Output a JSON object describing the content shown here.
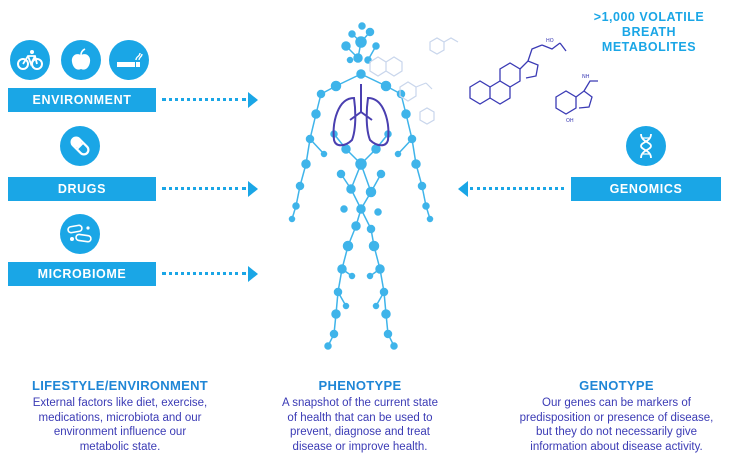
{
  "left_factors": {
    "environment_label": "ENVIRONMENT",
    "drugs_label": "DRUGS",
    "microbiome_label": "MICROBIOME"
  },
  "right_factors": {
    "genomics_label": "GENOMICS"
  },
  "metabolites": {
    "line1": ">1,000 VOLATILE",
    "line2": "BREATH",
    "line3": "METABOLITES"
  },
  "columns": [
    {
      "title": "LIFESTYLE/ENVIRONMENT",
      "lines": [
        "External factors like diet, exercise,",
        "medications, microbiota and our",
        "environment influence our",
        "metabolic state."
      ]
    },
    {
      "title": "PHENOTYPE",
      "lines": [
        "A snapshot of the current state",
        "of health that can be used to",
        "prevent, diagnose and treat",
        "disease or improve health."
      ]
    },
    {
      "title": "GENOTYPE",
      "lines": [
        "Our genes can be markers of",
        "predisposition or presence of disease,",
        "but they do not necessarily give",
        "information about disease activity."
      ]
    }
  ],
  "icons": [
    "bicycle-icon",
    "apple-icon",
    "cigarette-icon",
    "pill-icon",
    "bacteria-icon",
    "dna-icon",
    "lungs-icon"
  ],
  "colors": {
    "accent": "#1aa6e6",
    "title": "#1f86d6",
    "body_text": "#3b3bb5",
    "lungs": "#4a3fb0"
  }
}
